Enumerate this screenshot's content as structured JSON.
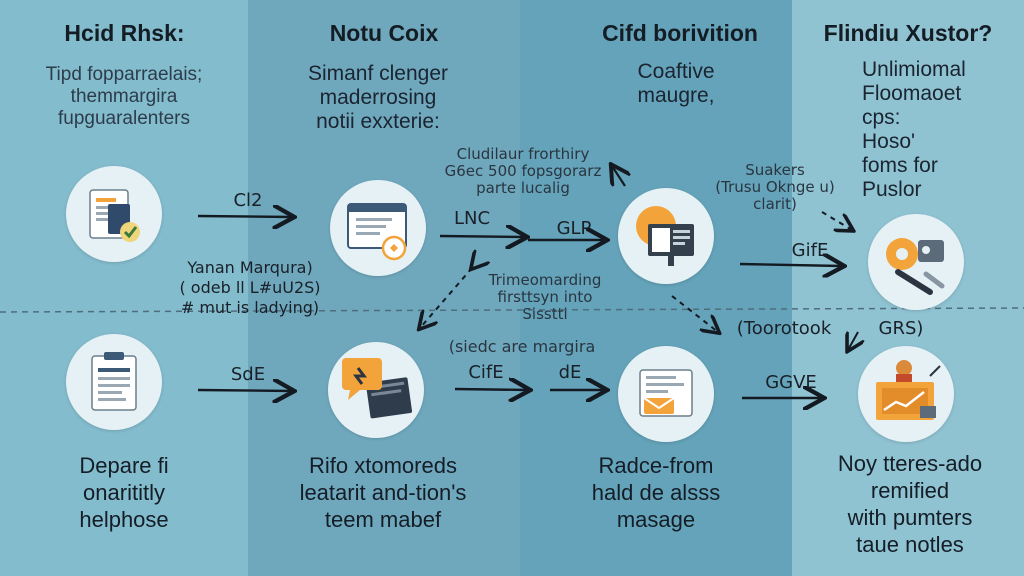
{
  "colors": {
    "band1": "#83bccd",
    "band2": "#6fa8bd",
    "band3": "#64a3b9",
    "band4": "#8fc3d2",
    "accent_orange": "#f2a33a",
    "ink": "#1d2630"
  },
  "headers": [
    "Hcid Rhsk:",
    "Notu Coix",
    "Cifd borivition",
    "Flindiu Xustor?"
  ],
  "subtitles": [
    [
      "Tipd fopparraelais;",
      "themmargira",
      "fupguaralenters"
    ],
    [
      "Simanf clenger",
      "maderrosing",
      "notii exxterie:"
    ],
    [
      "Coaftive",
      "maugre,"
    ],
    [
      "Unlimiomal",
      "Floomaoet",
      "cps:",
      "Hoso'",
      "foms for",
      "Puslor"
    ]
  ],
  "bottom_texts": [
    [
      "Depare fi",
      "onarititly",
      "helphose"
    ],
    [
      "Rifo xtomoreds",
      "leatarit and-tion's",
      "teem mabef"
    ],
    [
      "Radce-from",
      "hald de alsss",
      "masage"
    ],
    [
      "Noy tteres-ado",
      "remified",
      "with pumters",
      "taue notles"
    ]
  ],
  "arrow_labels": {
    "top_1": "Cl2",
    "top_2": "LNC",
    "top_3": "GLP",
    "top_4": "GifE",
    "bottom_1": "SdE",
    "bottom_2": "CifE",
    "bottom_3": "dE",
    "bottom_4": "GGVE"
  },
  "notes": {
    "upper_mid": [
      "Cludilaur frorthiry",
      "G6ec 500 fopsgorarz",
      "parte lucalig"
    ],
    "upper_right": [
      "Suakers",
      "(Trusu Oknge u)",
      "clarit)"
    ],
    "lower_left": [
      "Yanan Marqura)",
      "( odeb ll L#uU2S)",
      "# mut is ladying)"
    ],
    "center_mid": [
      "Trimeomarding",
      "firsttsyn into",
      "Sisstti"
    ],
    "lower_mid": "(siedc are margira",
    "right_mid": "(Toorotook",
    "right_end": "GRS)"
  },
  "icons": [
    "document-checklist-icon",
    "browser-window-icon",
    "presentation-screen-icon",
    "tools-gear-icon",
    "clipboard-report-icon",
    "chat-bubble-stack-icon",
    "mail-form-icon",
    "chart-board-icon"
  ]
}
